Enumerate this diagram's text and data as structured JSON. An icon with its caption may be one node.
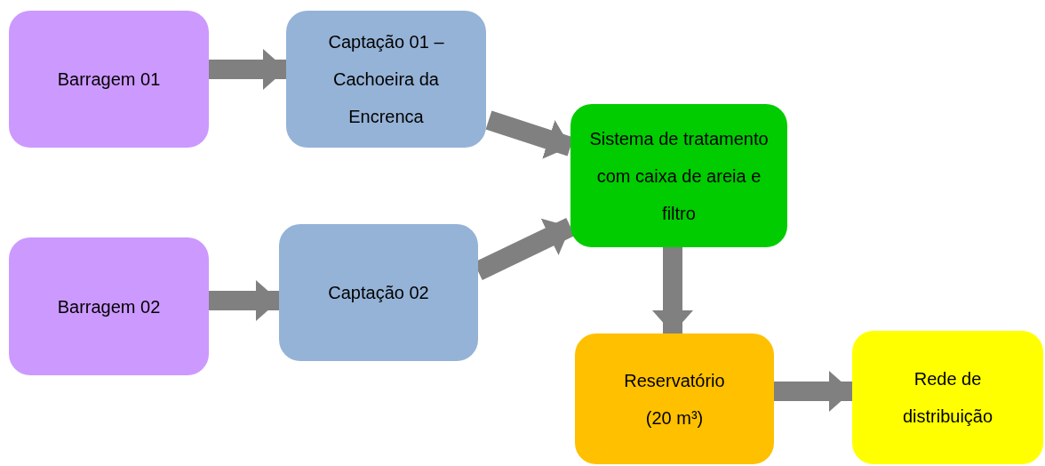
{
  "diagram": {
    "nodes": [
      {
        "text": [
          "Barragem 01"
        ]
      },
      {
        "text": [
          "Captação 01 – Cachoeira da Encrenca"
        ]
      },
      {
        "text": [
          "Barragem 02"
        ]
      },
      {
        "text": [
          "Captação 02"
        ]
      },
      {
        "text": [
          "Sistema de tratamento com caixa de areia e filtro"
        ]
      },
      {
        "text": [
          "Reservatório (20 m³)"
        ]
      },
      {
        "text": [
          "Rede de distribuição"
        ]
      }
    ],
    "edges": [
      {
        "from": 0,
        "to": 1,
        "arrow": "to"
      },
      {
        "from": 1,
        "to": 4,
        "arrow": "to"
      },
      {
        "from": 2,
        "to": 3,
        "arrow": "to"
      },
      {
        "from": 3,
        "to": 4,
        "arrow": "to"
      },
      {
        "from": 4,
        "to": 5,
        "arrow": "to"
      },
      {
        "from": 5,
        "to": 6,
        "arrow": "to"
      }
    ]
  }
}
